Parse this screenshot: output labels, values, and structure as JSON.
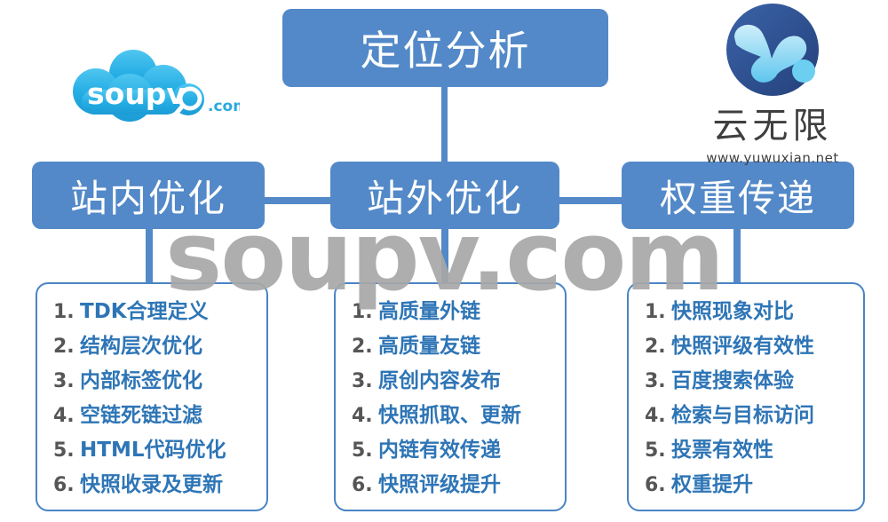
{
  "diagram": {
    "title_box": {
      "label": "定位分析"
    },
    "branches": [
      {
        "label": "站内优化"
      },
      {
        "label": "站外优化"
      },
      {
        "label": "权重传递"
      }
    ],
    "lists": [
      {
        "name": "onsite-optimization-list",
        "items": [
          {
            "num": "1.",
            "text": "TDK合理定义"
          },
          {
            "num": "2.",
            "text": "结构层次优化"
          },
          {
            "num": "3.",
            "text": "内部标签优化"
          },
          {
            "num": "4.",
            "text": "空链死链过滤"
          },
          {
            "num": "5.",
            "text": "HTML代码优化"
          },
          {
            "num": "6.",
            "text": "快照收录及更新"
          }
        ]
      },
      {
        "name": "offsite-optimization-list",
        "items": [
          {
            "num": "1.",
            "text": "高质量外链"
          },
          {
            "num": "2.",
            "text": "高质量友链"
          },
          {
            "num": "3.",
            "text": "原创内容发布"
          },
          {
            "num": "4.",
            "text": "快照抓取、更新"
          },
          {
            "num": "5.",
            "text": "内链有效传递"
          },
          {
            "num": "6.",
            "text": "快照评级提升"
          }
        ]
      },
      {
        "name": "weight-transfer-list",
        "items": [
          {
            "num": "1.",
            "text": "快照现象对比"
          },
          {
            "num": "2.",
            "text": "快照评级有效性"
          },
          {
            "num": "3.",
            "text": "百度搜索体验"
          },
          {
            "num": "4.",
            "text": "检索与目标访问"
          },
          {
            "num": "5.",
            "text": "投票有效性"
          },
          {
            "num": "6.",
            "text": "权重提升"
          }
        ]
      }
    ]
  },
  "watermark": {
    "text": "soupv.com"
  },
  "logo_left": {
    "wordmark": "soupv",
    "suffix": ".com"
  },
  "logo_right": {
    "brand_cn": "云无限",
    "url": "www.yuwuxian.net"
  },
  "colors": {
    "box_blue": "#5389C8",
    "border_blue": "#4A84C4",
    "list_text_blue": "#2E75B6",
    "list_num_gray": "#565656",
    "watermark_gray": "#a8a8a8",
    "logo_cloud_blue": "#29ABE2",
    "logo_circle_navy": "#2D4F8E",
    "logo_y_light": "#8FD8F5"
  }
}
